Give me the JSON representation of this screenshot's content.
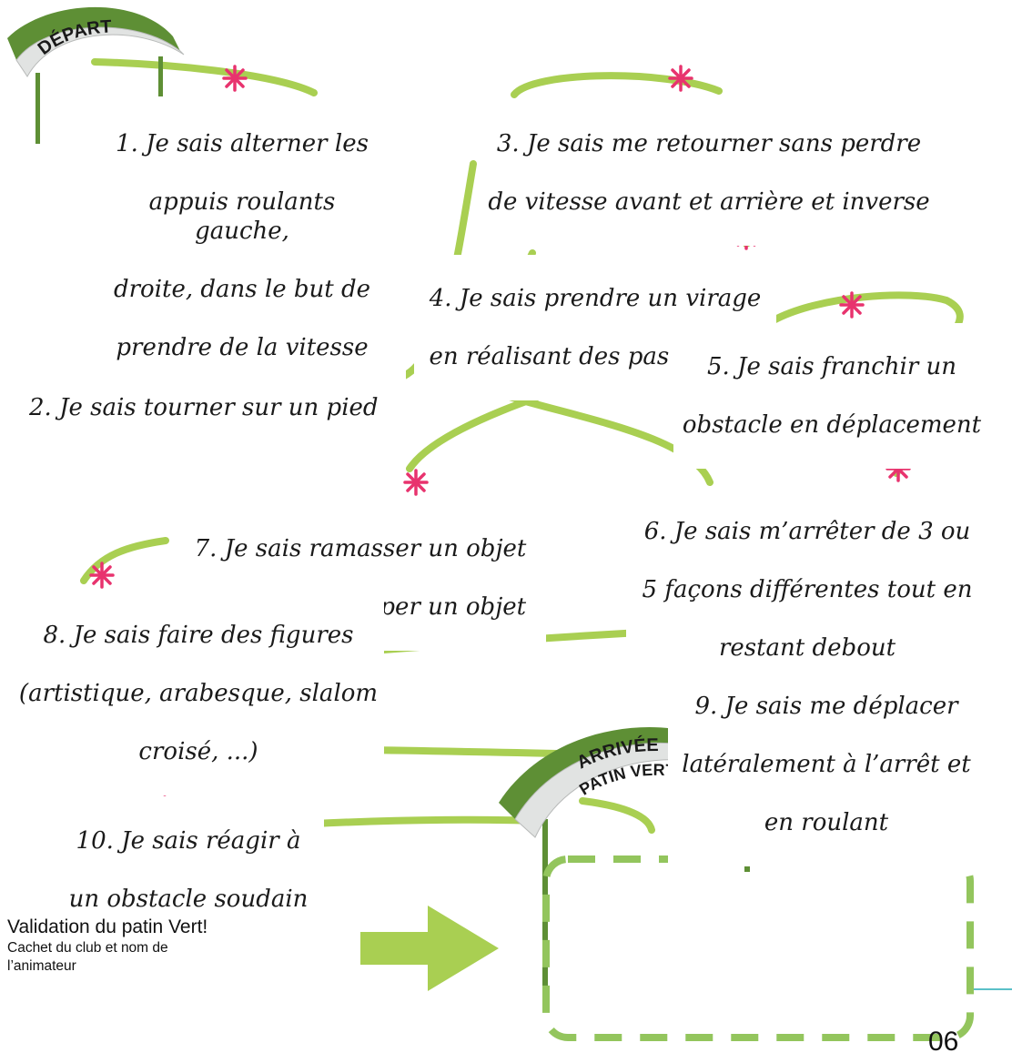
{
  "colors": {
    "track_green": "#a9cf52",
    "arch_dark_green": "#5e8f35",
    "arch_face": "#e1e3e2",
    "star_pink": "#e8336e",
    "box_dash_green": "#93c55d",
    "arrow_green": "#a9cf52"
  },
  "start_sign": {
    "label": "DÉPART"
  },
  "finish_sign": {
    "line1": "ARRIVÉE",
    "line2": "PATIN VERT"
  },
  "steps": [
    {
      "lines": [
        "1. Je sais alterner les",
        "appuis roulants gauche,",
        "droite, dans le but de",
        "prendre de la vitesse"
      ]
    },
    {
      "lines": [
        "2. Je sais tourner sur un pied"
      ]
    },
    {
      "lines": [
        "3. Je sais me retourner sans perdre",
        "de vitesse avant et arrière et inverse"
      ]
    },
    {
      "lines": [
        "4. Je sais prendre un virage",
        "en réalisant des pas croisés"
      ]
    },
    {
      "lines": [
        "5. Je sais franchir un",
        "obstacle en déplacement"
      ]
    },
    {
      "lines": [
        "6. Je sais m’arrêter de 3 ou",
        "5 façons différentes tout en",
        "restant debout"
      ]
    },
    {
      "lines": [
        "7. Je sais ramasser un objet",
        "au sol ou rattraper un objet"
      ]
    },
    {
      "lines": [
        "8. Je sais faire des figures",
        "(artistique, arabesque, slalom",
        "croisé, ...)"
      ]
    },
    {
      "lines": [
        "9. Je sais me déplacer",
        "latéralement à l’arrêt et",
        "en roulant"
      ]
    },
    {
      "lines": [
        "10. Je sais réagir à",
        "un obstacle soudain"
      ]
    }
  ],
  "validation": {
    "title": "Validation du patin Vert!",
    "subtitle_line1": "Cachet du club et nom de",
    "subtitle_line2": "l’animateur"
  },
  "page_number": "06"
}
